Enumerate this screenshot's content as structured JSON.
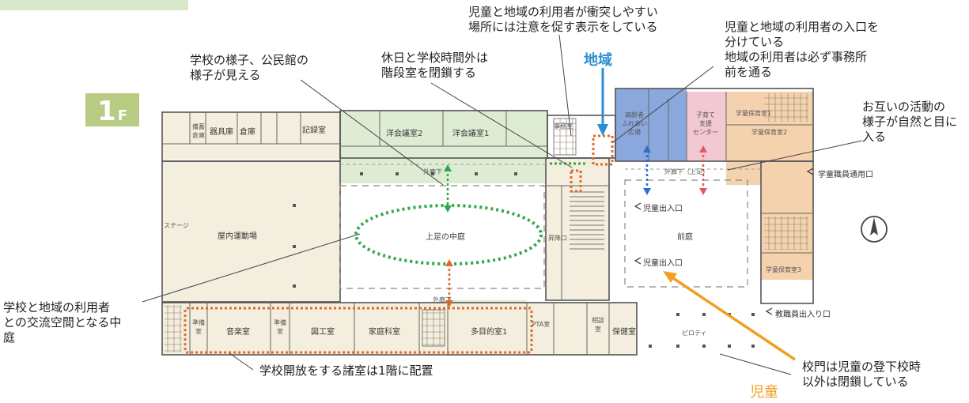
{
  "floor_badge": {
    "text": "1",
    "suffix": "F",
    "color": "#b7cc82"
  },
  "colors": {
    "accent_green_band": "#d6e8c8",
    "green_wing": "#dfecd4",
    "community_blue": "#8aa8dc",
    "community_pink": "#f2c8d2",
    "community_orange": "#f5d2ae",
    "dotted_orange": "#e0692a",
    "dotted_green": "#2ea84a",
    "dotted_blue": "#2c6fcc",
    "dotted_red": "#e05a60",
    "chiiki_blue": "#2a8fd0",
    "jidou_orange": "#f0a020"
  },
  "labels": {
    "chiiki": "地域",
    "jidou": "児童"
  },
  "annotations": {
    "conflict_sign": "児童と地域の利用者が衝突しやすい\n場所には注意を促す表示をしている",
    "separate_entrance": "児童と地域の利用者の入口を\n分けている\n地域の利用者は必ず事務所\n前を通る",
    "view_school": "学校の様子、公民館の\n様子が見える",
    "stair_closed": "休日と学校時間外は\n階段室を閉鎖する",
    "mutual_activity": "お互いの活動の\n様子が自然と目に\n入る",
    "exchange_space": "学校と地域の利用者\nとの交流空間となる中\n庭",
    "open_rooms": "学校開放をする諸室は1階に配置",
    "gate_closed": "校門は児童の登下校時\n以外は閉鎖している"
  },
  "rooms": {
    "gym": "屋内運動場",
    "stage": "ステージ",
    "storage": "器具庫",
    "warehouse": "倉庫",
    "records": "記録室",
    "western_hall_2": "洋会議室2",
    "western_hall_1": "洋会議室1",
    "courtyard": "上足の中庭",
    "front_yard": "前庭",
    "music": "音楽室",
    "prep_1": "準備室",
    "prep_2": "準備室",
    "arts": "図工室",
    "home_ec": "家庭科室",
    "multi_1": "多目的室1",
    "pta": "PTA室",
    "consult": "相談室",
    "health": "保健室",
    "pilotis": "ピロティ",
    "elder_plaza": "高齢者\nふれあい\n広場",
    "childcare": "子育て\n支援\nセンター",
    "nursery_1": "学童保育室1",
    "nursery_2": "学童保育室2",
    "nursery_3": "学童保育室3",
    "corridor_top": "外廊下（上足）",
    "corridor_left": "外廊下",
    "corridor_bottom": "外廊下",
    "hall": "昇降口",
    "storage_small": "備蓄倉庫",
    "office": "事務室"
  },
  "entrances": {
    "pupil_1": "児童出入口",
    "pupil_2": "児童出入口",
    "staff": "教職員出入り口",
    "nursery_staff": "学童職員通用口"
  }
}
